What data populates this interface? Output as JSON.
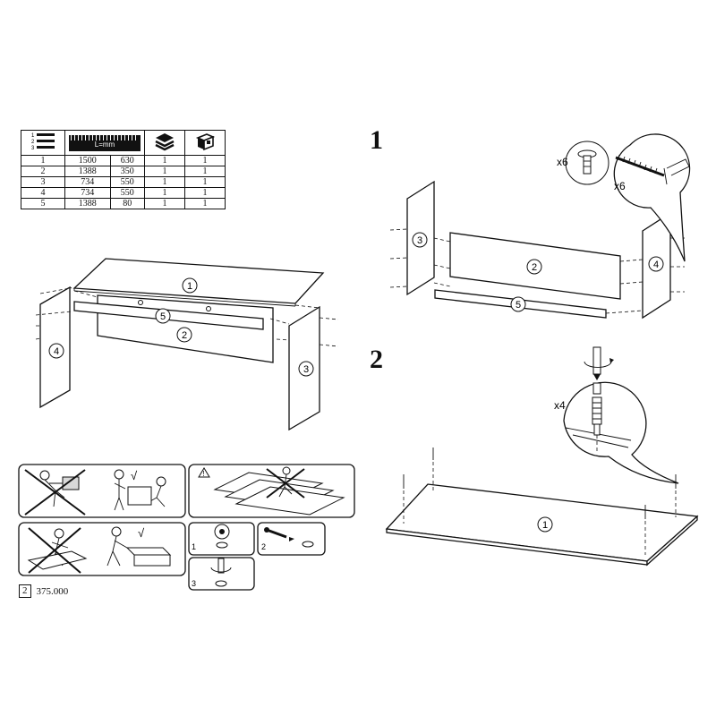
{
  "parts_table": {
    "header_icons": [
      "list-numbered-icon",
      "ruler-icon",
      "layers-icon",
      "box-icon"
    ],
    "unit_label": "L=mm",
    "rows": [
      [
        "1",
        "1500",
        "630",
        "1",
        "1"
      ],
      [
        "2",
        "1388",
        "350",
        "1",
        "1"
      ],
      [
        "3",
        "734",
        "550",
        "1",
        "1"
      ],
      [
        "4",
        "734",
        "550",
        "1",
        "1"
      ],
      [
        "5",
        "1388",
        "80",
        "1",
        "1"
      ]
    ]
  },
  "overview": {
    "labels": [
      "1",
      "5",
      "2",
      "4",
      "3"
    ]
  },
  "steps": [
    {
      "number": "1",
      "qty_dowel": "x6",
      "qty_screw": "x6",
      "labels": [
        "3",
        "2",
        "4",
        "5"
      ]
    },
    {
      "number": "2",
      "qty_cam": "x4",
      "labels": [
        "1"
      ]
    }
  ],
  "instructions": {
    "lift_ok": "√",
    "carry_ok": "√",
    "warning_symbol": "!",
    "fastener_steps": [
      "1",
      "2",
      "3"
    ]
  },
  "footer": {
    "page": "2",
    "code": "375.000"
  },
  "colors": {
    "line": "#111111",
    "fill": "#ffffff",
    "shade": "#d9d9d9"
  }
}
